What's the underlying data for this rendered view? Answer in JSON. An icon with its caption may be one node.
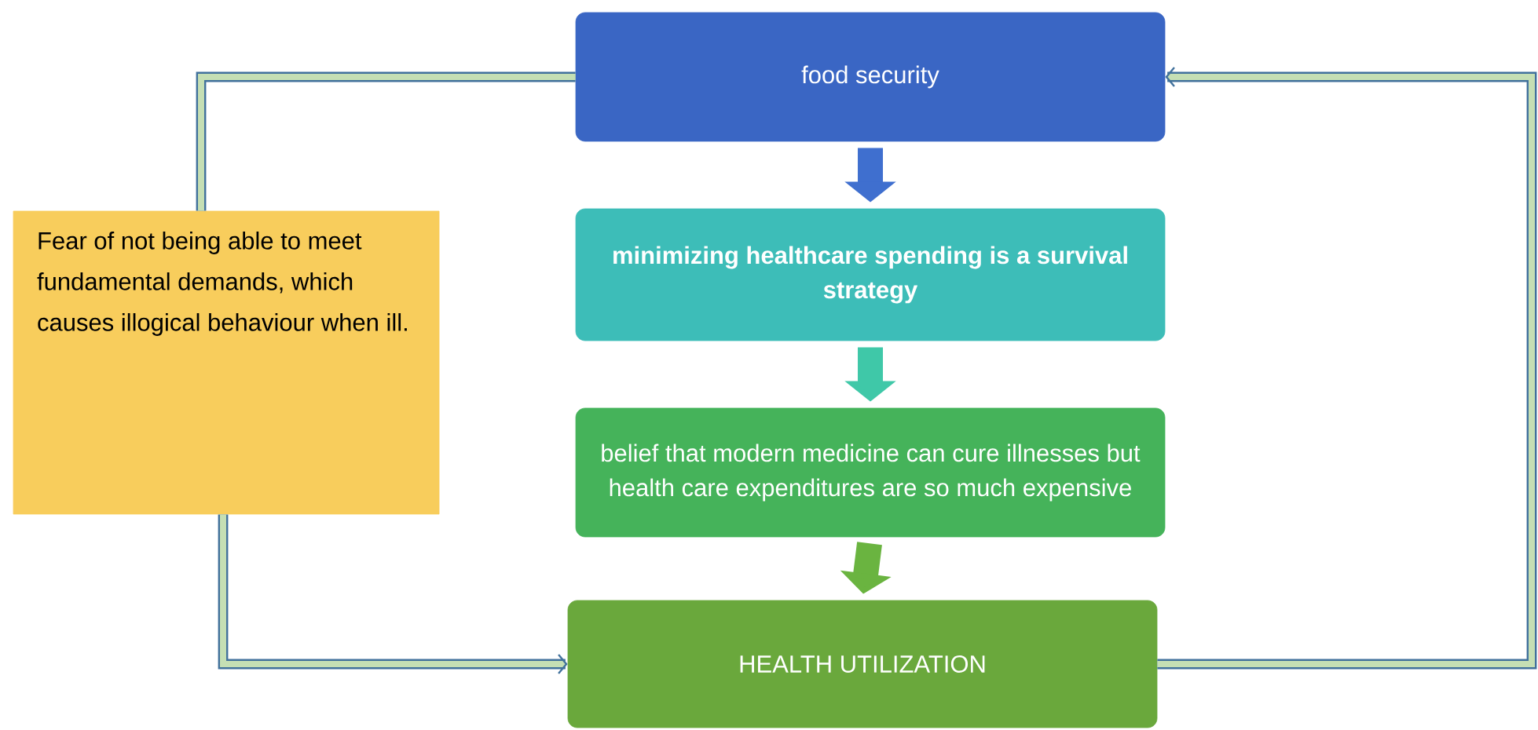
{
  "diagram": {
    "nodes": [
      {
        "text": [
          "food security"
        ]
      },
      {
        "text": [
          "minimizing healthcare spending is a survival strategy"
        ]
      },
      {
        "text": [
          "belief that modern medicine can cure illnesses but health care expenditures are so much expensive"
        ]
      },
      {
        "text": [
          "HEALTH UTILIZATION"
        ]
      },
      {
        "text": [
          "Fear of not being able to meet fundamental demands, which causes illogical behaviour when ill."
        ]
      }
    ],
    "edges": [
      {
        "from": 0,
        "to": 1,
        "arrow": "to",
        "style": "thick",
        "color": "#3f6fcf"
      },
      {
        "from": 1,
        "to": 2,
        "arrow": "to",
        "style": "thick",
        "color": "#3fc8a8"
      },
      {
        "from": 2,
        "to": 3,
        "arrow": "to",
        "style": "thick",
        "color": "#6ab440"
      },
      {
        "from": 0,
        "to": 4,
        "arrow": "none"
      },
      {
        "from": 4,
        "to": 3,
        "arrow": "to"
      },
      {
        "from": 3,
        "to": 0,
        "arrow": "to"
      }
    ]
  }
}
